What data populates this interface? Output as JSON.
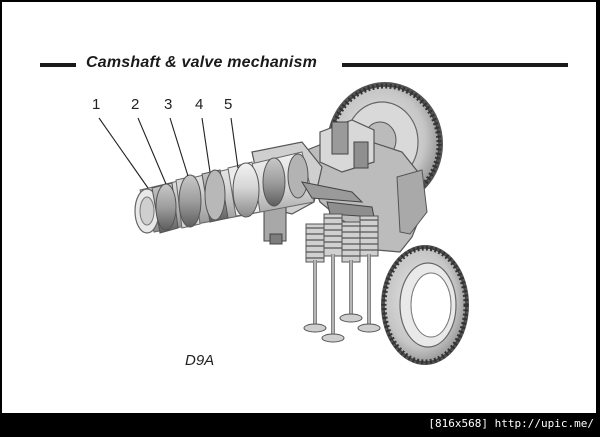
{
  "title": "Camshaft & valve mechanism",
  "model": "D9A",
  "parts": [
    {
      "number": "1"
    },
    {
      "number": "2"
    },
    {
      "number": "3"
    },
    {
      "number": "4"
    },
    {
      "number": "5"
    }
  ],
  "watermark": "[816x568] http://upic.me/",
  "colors": {
    "frame": "#000000",
    "paper": "#ffffff",
    "ink": "#1a1a1a",
    "metal_light": "#e4e4e4",
    "metal_mid": "#bdbdbd",
    "metal_dark": "#7a7a7a"
  }
}
